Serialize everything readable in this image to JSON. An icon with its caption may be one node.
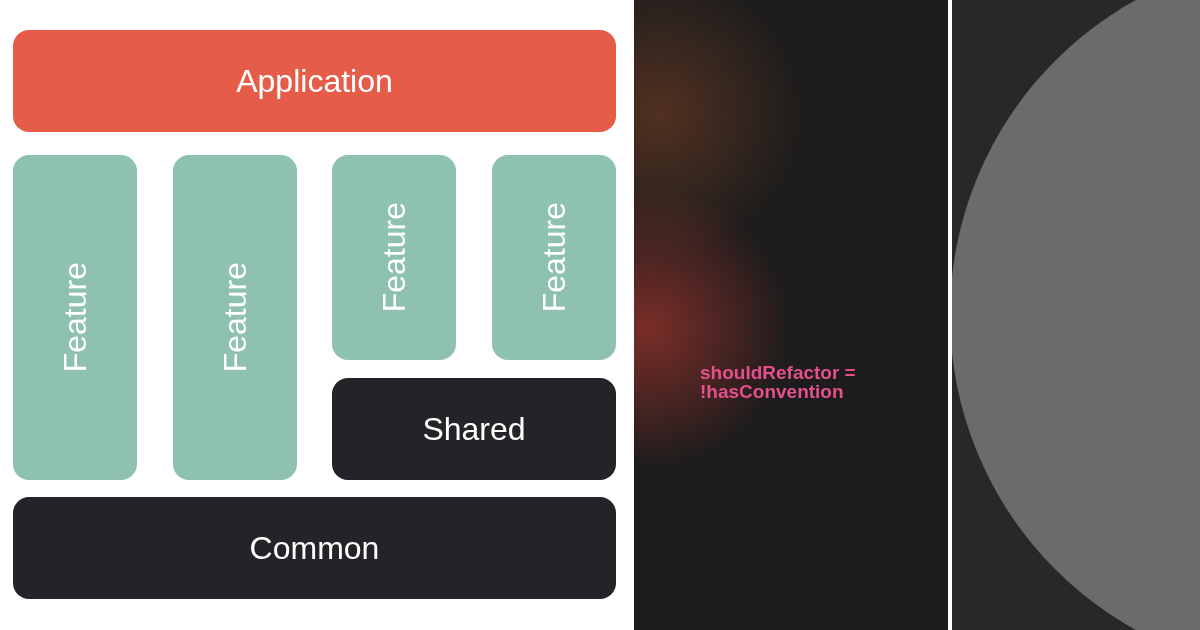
{
  "diagram": {
    "nodes": [
      {
        "text": [
          "Application"
        ]
      },
      {
        "text": [
          "Feature"
        ]
      },
      {
        "text": [
          "Feature"
        ]
      },
      {
        "text": [
          "Feature"
        ]
      },
      {
        "text": [
          "Feature"
        ]
      },
      {
        "text": [
          "Shared"
        ]
      },
      {
        "text": [
          "Common"
        ]
      }
    ],
    "labels": [
      "shouldRefactor = !hasConvention"
    ]
  }
}
